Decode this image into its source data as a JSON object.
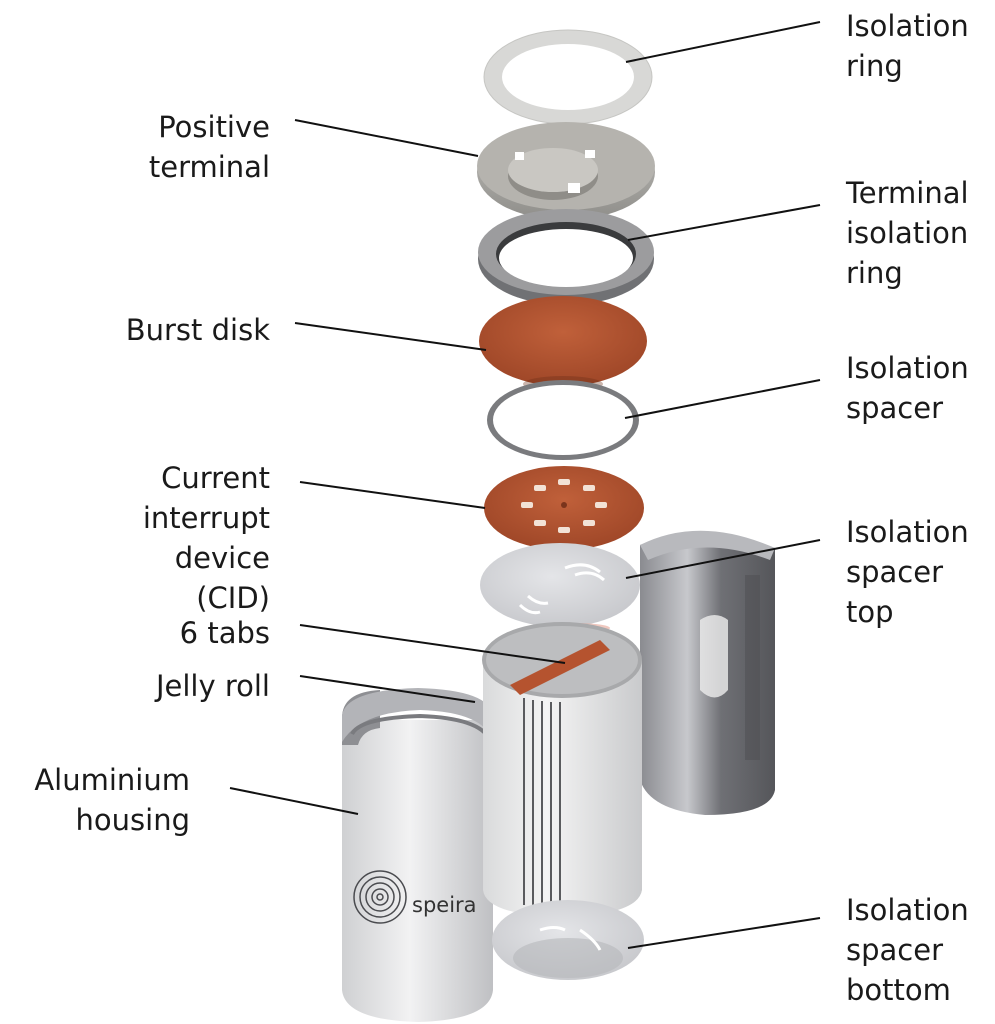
{
  "labels": {
    "isolation_ring": "Isolation\nring",
    "positive_terminal": "Positive\nterminal",
    "terminal_isolation_ring": "Terminal\nisolation\nring",
    "burst_disk": "Burst disk",
    "isolation_spacer": "Isolation\nspacer",
    "cid": "Current\ninterrupt\ndevice\n(CID)",
    "six_tabs": "6 tabs",
    "isolation_spacer_top": "Isolation\nspacer\ntop",
    "jelly_roll": "Jelly roll",
    "aluminium_housing": "Aluminium\nhousing",
    "isolation_spacer_bottom": "Isolation\nspacer\nbottom"
  },
  "logo_text": "speira",
  "colors": {
    "copper": "#b5532f",
    "steel": "#a9a9a6",
    "dark_steel": "#6e6e70",
    "light_grey": "#dcdcde",
    "housing_dark": "#7c7d82",
    "line": "#111111"
  }
}
